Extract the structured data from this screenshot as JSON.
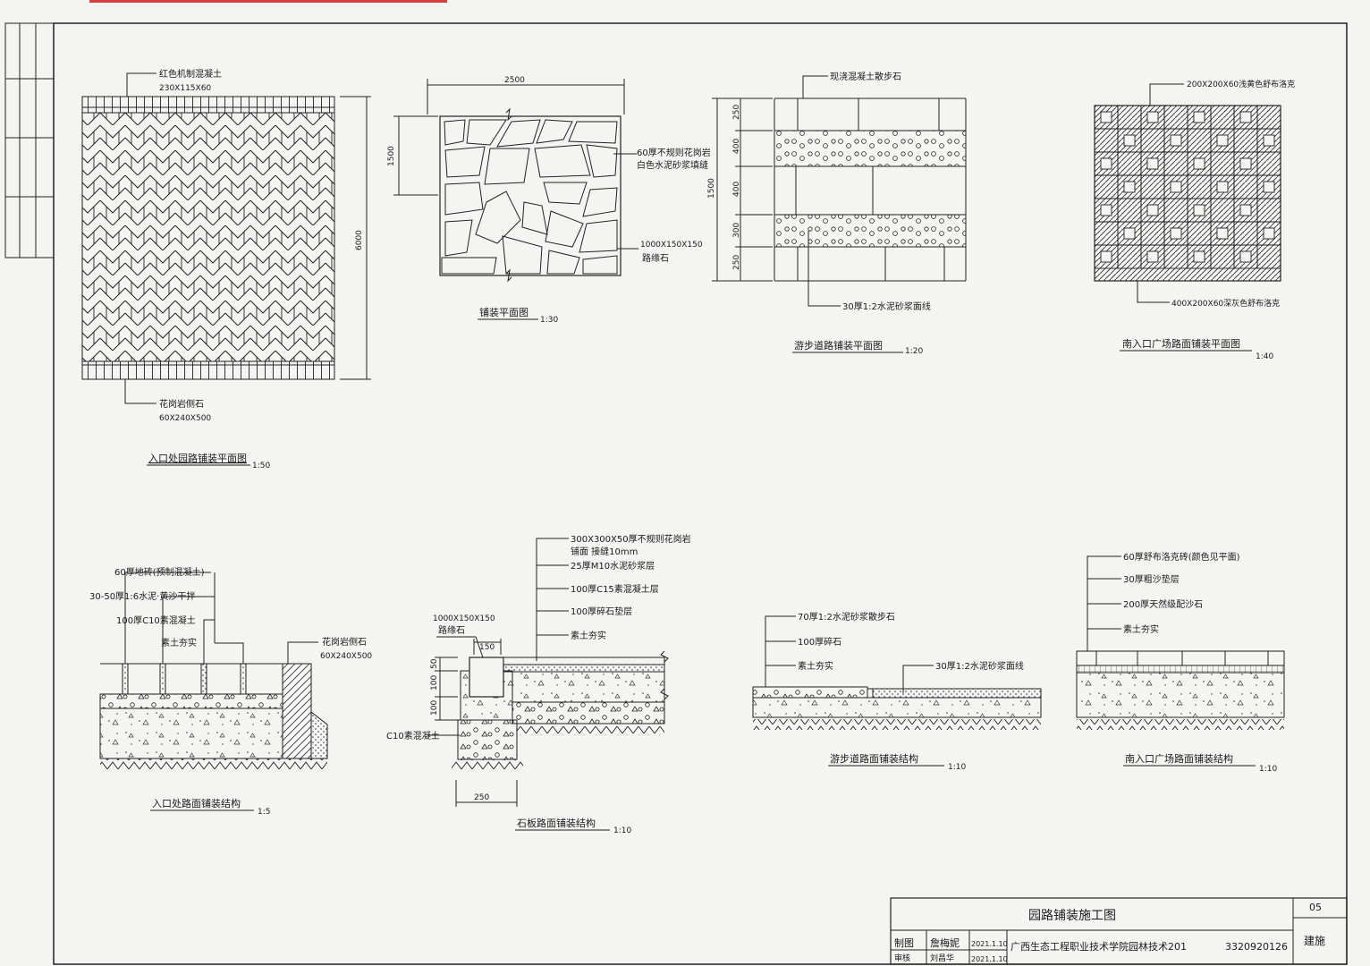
{
  "drawing_title": "园路铺装施工图",
  "sheet_number": "05",
  "title_block": {
    "school": "广西生态工程职业技术学院园林技术201",
    "student_id": "3320920126",
    "drawer_label": "制图",
    "drawer_name": "詹梅妮",
    "reviewer_label": "审核",
    "reviewer_name": "刘昌华",
    "date1": "2021.1.10",
    "date2": "2021.1.10",
    "stage": "建施"
  },
  "plans": {
    "entrance": {
      "title": "入口处园路铺装平面图",
      "scale": "1:50",
      "top_label": "红色机制混凝土",
      "top_spec": "230X115X60",
      "bottom_label": "花岗岩侧石",
      "bottom_spec": "60X240X500",
      "dim_height": "6000"
    },
    "stone": {
      "title": "铺装平面图",
      "scale": "1:30",
      "dim_width": "2500",
      "dim_height": "1500",
      "label1": "60厚不规则花岗岩",
      "label2": "白色水泥砂浆填缝",
      "edge_spec": "1000X150X150",
      "edge_label": "路缘石"
    },
    "path": {
      "title": "游步道路铺装平面图",
      "scale": "1:20",
      "top_label": "现浇混凝土散步石",
      "bottom_label": "30厚1:2水泥砂浆面线",
      "dim_total": "1500",
      "dims": [
        "250",
        "400",
        "400",
        "300",
        "250"
      ]
    },
    "plaza": {
      "title": "南入口广场路面铺装平面图",
      "scale": "1:40",
      "top_label": "200X200X60浅黄色舒布洛克",
      "bottom_label": "400X200X60深灰色舒布洛克"
    }
  },
  "sections": {
    "entrance": {
      "title": "入口处路面铺装结构",
      "scale": "1:5",
      "layers": [
        "60厚地砖(预制混凝土)",
        "30-50厚1:6水泥·黄沙干拌",
        "100厚C10素混凝土",
        "素土夯实"
      ],
      "side_label": "花岗岩侧石",
      "side_spec": "60X240X500"
    },
    "stone": {
      "title": "石板路面铺装结构",
      "scale": "1:10",
      "layers": [
        "300X300X50厚不规则花岗岩",
        "铺面 接缝10mm",
        "25厚M10水泥砂浆层",
        "100厚C15素混凝土层",
        "100厚碎石垫层",
        "素土夯实"
      ],
      "curb_spec": "1000X150X150",
      "curb_label": "路缘石",
      "base_label": "C10素混凝土",
      "dim_top": "150",
      "dim_base": "250",
      "dims_v": [
        "50",
        "100",
        "100"
      ]
    },
    "path": {
      "title": "游步道路面铺装结构",
      "scale": "1:10",
      "layers": [
        "70厚1:2水泥砂浆散步石",
        "100厚碎石",
        "素土夯实"
      ],
      "right_label": "30厚1:2水泥砂浆面线"
    },
    "plaza": {
      "title": "南入口广场路面铺装结构",
      "scale": "1:10",
      "layers": [
        "60厚舒布洛克砖(颜色见平面)",
        "30厚粗沙垫层",
        "200厚天然级配沙石",
        "素土夯实"
      ]
    }
  },
  "colors": {
    "ink": "#1a1a1a",
    "paper": "#f4f4f2",
    "accent": "#d84040"
  }
}
